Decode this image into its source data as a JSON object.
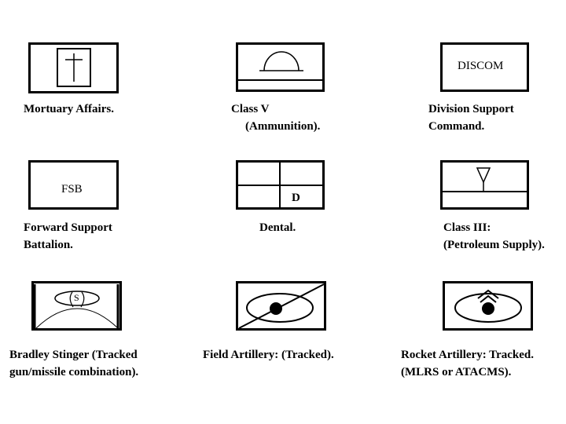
{
  "symbols": {
    "mortuary": {
      "caption": [
        "Mortuary Affairs."
      ]
    },
    "class_v": {
      "caption": [
        "Class V",
        "(Ammunition)."
      ]
    },
    "discom": {
      "inner_text": "DISCOM",
      "caption": [
        "Division Support",
        "Command."
      ]
    },
    "fsb": {
      "inner_text": "FSB",
      "caption": [
        "Forward Support",
        "Battalion."
      ]
    },
    "dental": {
      "inner_text": "D",
      "caption": [
        "Dental."
      ]
    },
    "class_iii": {
      "caption": [
        "Class III:",
        "(Petroleum Supply)."
      ]
    },
    "bradley": {
      "inner_text": "S",
      "caption": [
        "Bradley Stinger (Tracked",
        "gun/missile combination)."
      ]
    },
    "field_artillery": {
      "caption": [
        "Field Artillery:  (Tracked)."
      ]
    },
    "rocket_artillery": {
      "caption": [
        "Rocket Artillery: Tracked.",
        "(MLRS or ATACMS)."
      ]
    }
  }
}
